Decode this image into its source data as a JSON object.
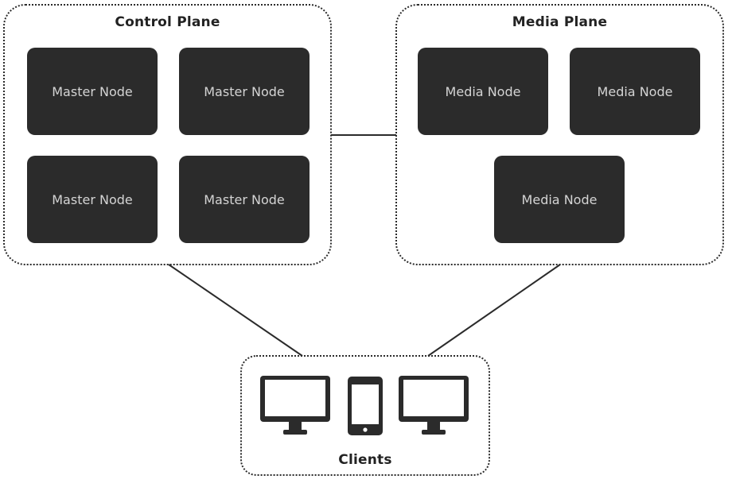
{
  "control_plane": {
    "title": "Control Plane",
    "nodes": [
      "Master Node",
      "Master Node",
      "Master Node",
      "Master Node"
    ]
  },
  "media_plane": {
    "title": "Media Plane",
    "nodes": [
      "Media Node",
      "Media Node",
      "Media Node"
    ]
  },
  "clients": {
    "title": "Clients",
    "devices": [
      "desktop-monitor-icon",
      "smartphone-icon",
      "desktop-monitor-icon"
    ]
  },
  "colors": {
    "node_fill": "#2b2b2b",
    "node_text": "#d4d4d4",
    "line": "#2b2b2b"
  }
}
